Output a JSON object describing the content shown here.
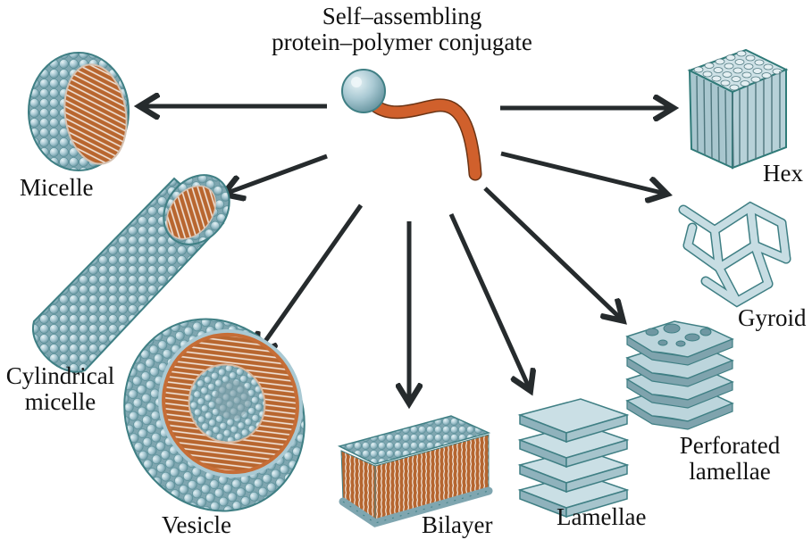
{
  "diagram": {
    "source_label_line1": "Self–assembling",
    "source_label_line2": "protein–polymer conjugate",
    "colors": {
      "bead": "#a9c9d3",
      "bead_outline": "#3f7f84",
      "polymer": "#c85a28",
      "arrow": "#262b2d",
      "lamella": "#a9c6cf"
    },
    "structures": [
      {
        "id": "micelle",
        "label": "Micelle"
      },
      {
        "id": "cylindrical-micelle",
        "label_line1": "Cylindrical",
        "label_line2": "micelle"
      },
      {
        "id": "vesicle",
        "label": "Vesicle"
      },
      {
        "id": "bilayer",
        "label": "Bilayer"
      },
      {
        "id": "lamellae",
        "label": "Lamellae"
      },
      {
        "id": "perforated-lamellae",
        "label_line1": "Perforated",
        "label_line2": "lamellae"
      },
      {
        "id": "gyroid",
        "label": "Gyroid"
      },
      {
        "id": "hex",
        "label": "Hex"
      }
    ]
  }
}
